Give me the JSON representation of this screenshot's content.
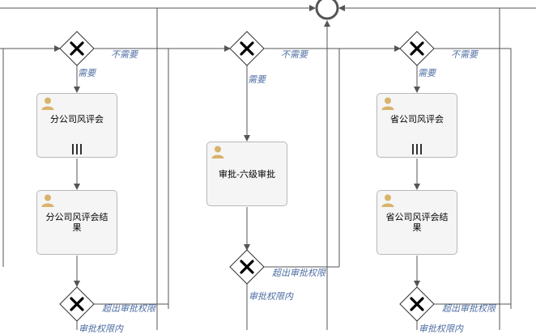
{
  "flow_labels": {
    "not_needed": "不需要",
    "needed": "需要",
    "exceeds_authority": "超出审批权限",
    "within_authority": "审批权限内"
  },
  "tasks": {
    "branch_risk_committee": "分公司风评会",
    "branch_risk_committee_result": "分公司风评会结果",
    "approval_level6": "审批-六级审批",
    "province_risk_committee": "省公司风评会",
    "province_risk_committee_result": "省公司风评会结果"
  },
  "colors": {
    "flow_line": "#555555",
    "flow_label": "#4f6ea3",
    "task_fill": "#f5f5f5",
    "task_border": "#b8b8b8",
    "user_icon": "#d9b36c"
  },
  "icons": {
    "task_type": "user-icon",
    "multi_instance": "parallel-multi-instance-icon",
    "gateway": "exclusive-gateway-x-icon",
    "end_event": "end-event-circle-icon"
  }
}
